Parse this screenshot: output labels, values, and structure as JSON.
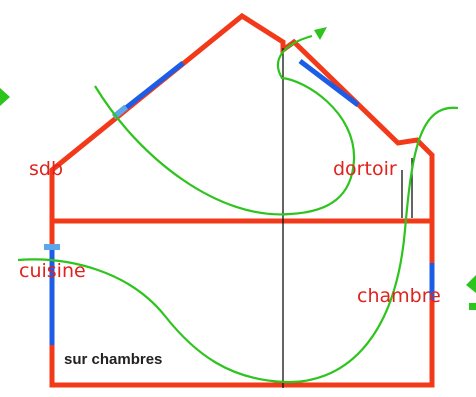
{
  "rooms": {
    "sdb": "sdb",
    "dortoir": "dortoir",
    "cuisine": "cuisine",
    "chambre": "chambre"
  },
  "note": "sur chambres",
  "colors": {
    "wall": "#f23a1a",
    "window": "#1d5ce6",
    "vent": "#5ea6ea",
    "airflow": "#2ec41e",
    "divider": "#111111",
    "label": "#e0231c"
  }
}
